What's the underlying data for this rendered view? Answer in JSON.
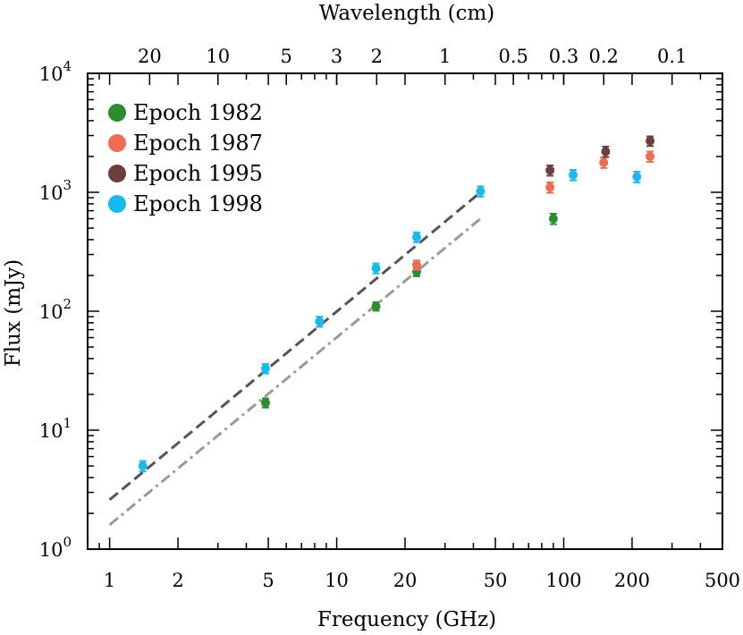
{
  "chart_data": {
    "type": "scatter",
    "xlabel": "Frequency (GHz)",
    "ylabel": "Flux (mJy)",
    "x2label": "Wavelength (cm)",
    "xscale": "log",
    "yscale": "log",
    "xlim": [
      0.8,
      500
    ],
    "ylim": [
      1,
      10000
    ],
    "x_ticks": [
      {
        "value": 1,
        "label": "1"
      },
      {
        "value": 2,
        "label": "2"
      },
      {
        "value": 5,
        "label": "5"
      },
      {
        "value": 10,
        "label": "10"
      },
      {
        "value": 20,
        "label": "20"
      },
      {
        "value": 50,
        "label": "50"
      },
      {
        "value": 100,
        "label": "100"
      },
      {
        "value": 200,
        "label": "200"
      },
      {
        "value": 500,
        "label": "500"
      }
    ],
    "y_ticks": [
      {
        "value": 1,
        "base": "10",
        "exp": "0"
      },
      {
        "value": 10,
        "base": "10",
        "exp": "1"
      },
      {
        "value": 100,
        "base": "10",
        "exp": "2"
      },
      {
        "value": 1000,
        "base": "10",
        "exp": "3"
      },
      {
        "value": 10000,
        "base": "10",
        "exp": "4"
      }
    ],
    "top_ticks": [
      {
        "wavelength_cm": 20,
        "label": "20"
      },
      {
        "wavelength_cm": 10,
        "label": "10"
      },
      {
        "wavelength_cm": 5,
        "label": "5"
      },
      {
        "wavelength_cm": 3,
        "label": "3"
      },
      {
        "wavelength_cm": 2,
        "label": "2"
      },
      {
        "wavelength_cm": 1,
        "label": "1"
      },
      {
        "wavelength_cm": 0.5,
        "label": "0.5"
      },
      {
        "wavelength_cm": 0.3,
        "label": "0.3"
      },
      {
        "wavelength_cm": 0.2,
        "label": "0.2"
      },
      {
        "wavelength_cm": 0.1,
        "label": "0.1"
      }
    ],
    "legend_position": "top-left",
    "grid": false,
    "series": [
      {
        "name": "Epoch 1982",
        "color": "#2e8b2e",
        "points": [
          {
            "x": 4.86,
            "y": 17,
            "err": 1.5
          },
          {
            "x": 14.9,
            "y": 110,
            "err": 9
          },
          {
            "x": 22.5,
            "y": 215,
            "err": 18
          },
          {
            "x": 90,
            "y": 600,
            "err": 60
          }
        ]
      },
      {
        "name": "Epoch 1987",
        "color": "#f26a50",
        "points": [
          {
            "x": 22.5,
            "y": 245,
            "err": 22
          },
          {
            "x": 87,
            "y": 1100,
            "err": 110
          },
          {
            "x": 150,
            "y": 1780,
            "err": 180
          },
          {
            "x": 240,
            "y": 2000,
            "err": 200
          }
        ]
      },
      {
        "name": "Epoch 1995",
        "color": "#6b3f3b",
        "points": [
          {
            "x": 87,
            "y": 1530,
            "err": 150
          },
          {
            "x": 153,
            "y": 2200,
            "err": 220
          },
          {
            "x": 240,
            "y": 2700,
            "err": 250
          }
        ]
      },
      {
        "name": "Epoch 1998",
        "color": "#1bb8f0",
        "points": [
          {
            "x": 1.4,
            "y": 5,
            "err": 0.5
          },
          {
            "x": 4.86,
            "y": 33,
            "err": 3
          },
          {
            "x": 8.4,
            "y": 82,
            "err": 8
          },
          {
            "x": 14.9,
            "y": 230,
            "err": 22
          },
          {
            "x": 22.5,
            "y": 420,
            "err": 40
          },
          {
            "x": 43,
            "y": 1020,
            "err": 100
          },
          {
            "x": 110,
            "y": 1400,
            "err": 140
          },
          {
            "x": 210,
            "y": 1350,
            "err": 140
          }
        ]
      }
    ],
    "lines": [
      {
        "style": "dashed",
        "color": "#555555",
        "x": [
          1,
          43
        ],
        "y": [
          2.6,
          1000
        ]
      },
      {
        "style": "dashdot",
        "color": "#999999",
        "x": [
          1,
          43
        ],
        "y": [
          1.6,
          600
        ]
      }
    ]
  }
}
